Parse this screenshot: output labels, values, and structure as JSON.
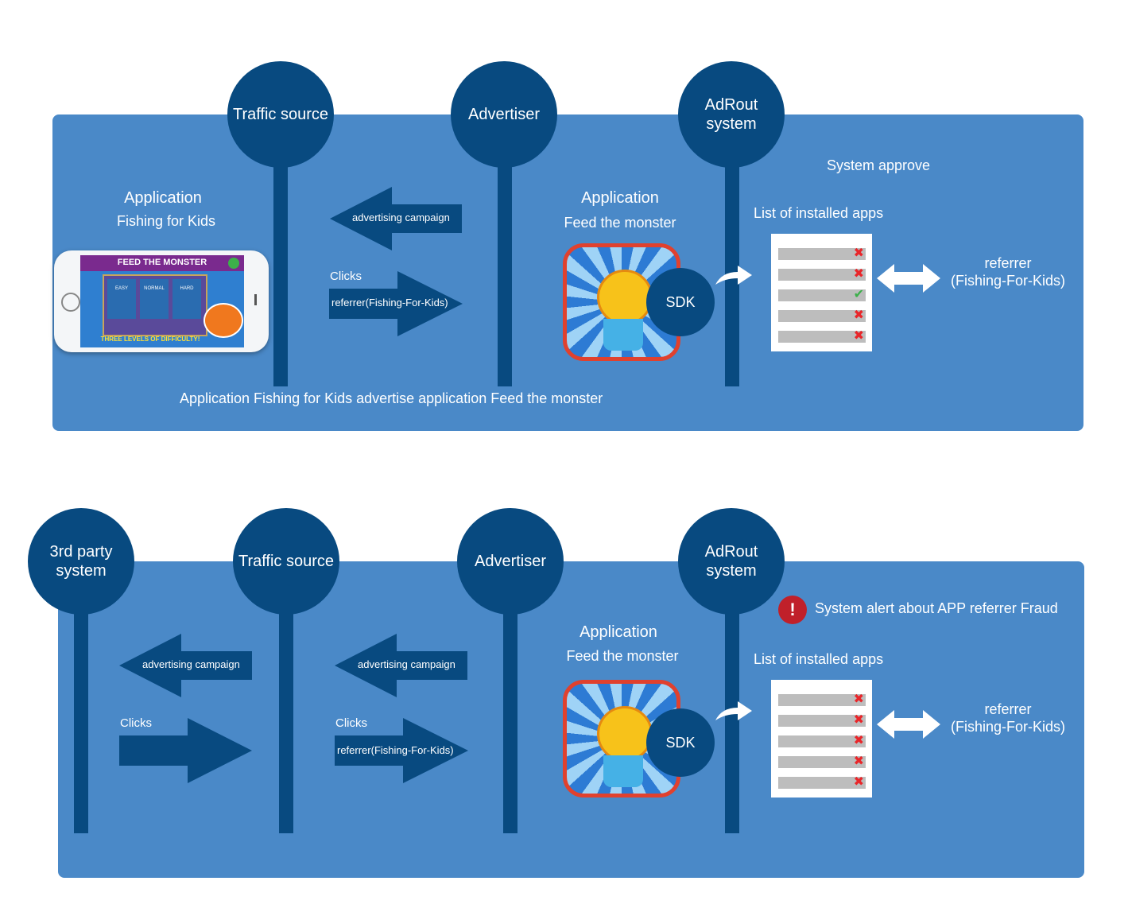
{
  "colors": {
    "panel": "#4a89c8",
    "node": "#084a80",
    "text": "#ffffff",
    "cross": "#e8262a",
    "check": "#3cb04a",
    "alert": "#c0202a"
  },
  "top": {
    "nodes": {
      "traffic": "Traffic source",
      "advertiser": "Advertiser",
      "adrout": "AdRout\nsystem"
    },
    "source_app": {
      "title": "Application",
      "name": "Fishing for Kids"
    },
    "phone_game": {
      "title": "FEED THE MONSTER",
      "levels": [
        "EASY",
        "NORMAL",
        "HARD"
      ],
      "footer": "THREE LEVELS OF DIFFICULTY!"
    },
    "arrow_campaign": "advertising campaign",
    "clicks_label": "Clicks",
    "arrow_referrer": "referrer(Fishing-For-Kids)",
    "target_app": {
      "title": "Application",
      "name": "Feed the monster"
    },
    "sdk": "SDK",
    "status": "System approve",
    "list_title": "List of installed apps",
    "list_marks": [
      "x",
      "x",
      "ok",
      "x",
      "x"
    ],
    "referrer": {
      "line1": "referrer",
      "line2": "(Fishing-For-Kids)"
    },
    "caption": "Application Fishing for Kids advertise application Feed the monster"
  },
  "bottom": {
    "nodes": {
      "third": "3rd party\nsystem",
      "traffic": "Traffic source",
      "advertiser": "Advertiser",
      "adrout": "AdRout\nsystem"
    },
    "arrow_campaign_1": "advertising campaign",
    "clicks_label_1": "Clicks",
    "arrow_campaign_2": "advertising campaign",
    "clicks_label_2": "Clicks",
    "arrow_referrer": "referrer(Fishing-For-Kids)",
    "target_app": {
      "title": "Application",
      "name": "Feed the monster"
    },
    "sdk": "SDK",
    "alert_symbol": "!",
    "alert": "System alert about APP referrer Fraud",
    "list_title": "List of installed apps",
    "list_marks": [
      "x",
      "x",
      "x",
      "x",
      "x"
    ],
    "referrer": {
      "line1": "referrer",
      "line2": "(Fishing-For-Kids)"
    }
  }
}
